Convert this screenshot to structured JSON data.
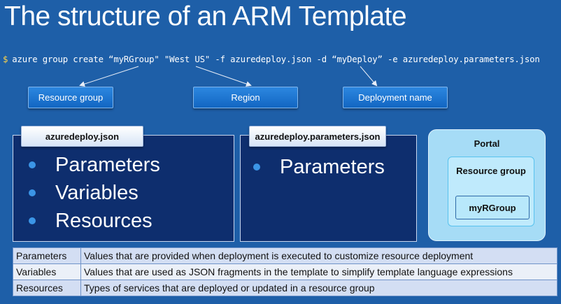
{
  "title": "The structure of an ARM Template",
  "command": {
    "prompt": "$",
    "text": "azure group create “myRGroup\" \"West US\" -f azuredeploy.json -d “myDeploy” -e azuredeploy.parameters.json"
  },
  "callouts": {
    "resource_group": "Resource group",
    "region": "Region",
    "deployment_name": "Deployment name"
  },
  "template_panel": {
    "tab": "azuredeploy.json",
    "items": [
      "Parameters",
      "Variables",
      "Resources"
    ]
  },
  "parameters_panel": {
    "tab": "azuredeploy.parameters.json",
    "items": [
      "Parameters"
    ]
  },
  "portal": {
    "label": "Portal",
    "group_label": "Resource group",
    "group_name": "myRGroup"
  },
  "definitions": [
    {
      "term": "Parameters",
      "description": "Values that are provided when deployment is executed to customize resource deployment"
    },
    {
      "term": "Variables",
      "description": "Values that are used as JSON fragments in the template to simplify template language expressions"
    },
    {
      "term": "Resources",
      "description": "Types of services that are deployed or updated in a resource group"
    }
  ],
  "colors": {
    "background": "#1e5fa8",
    "panel": "#0e2e6e",
    "button": "#1a74d2",
    "portal": "#a6dcf6",
    "bullet": "#3b95e6"
  }
}
